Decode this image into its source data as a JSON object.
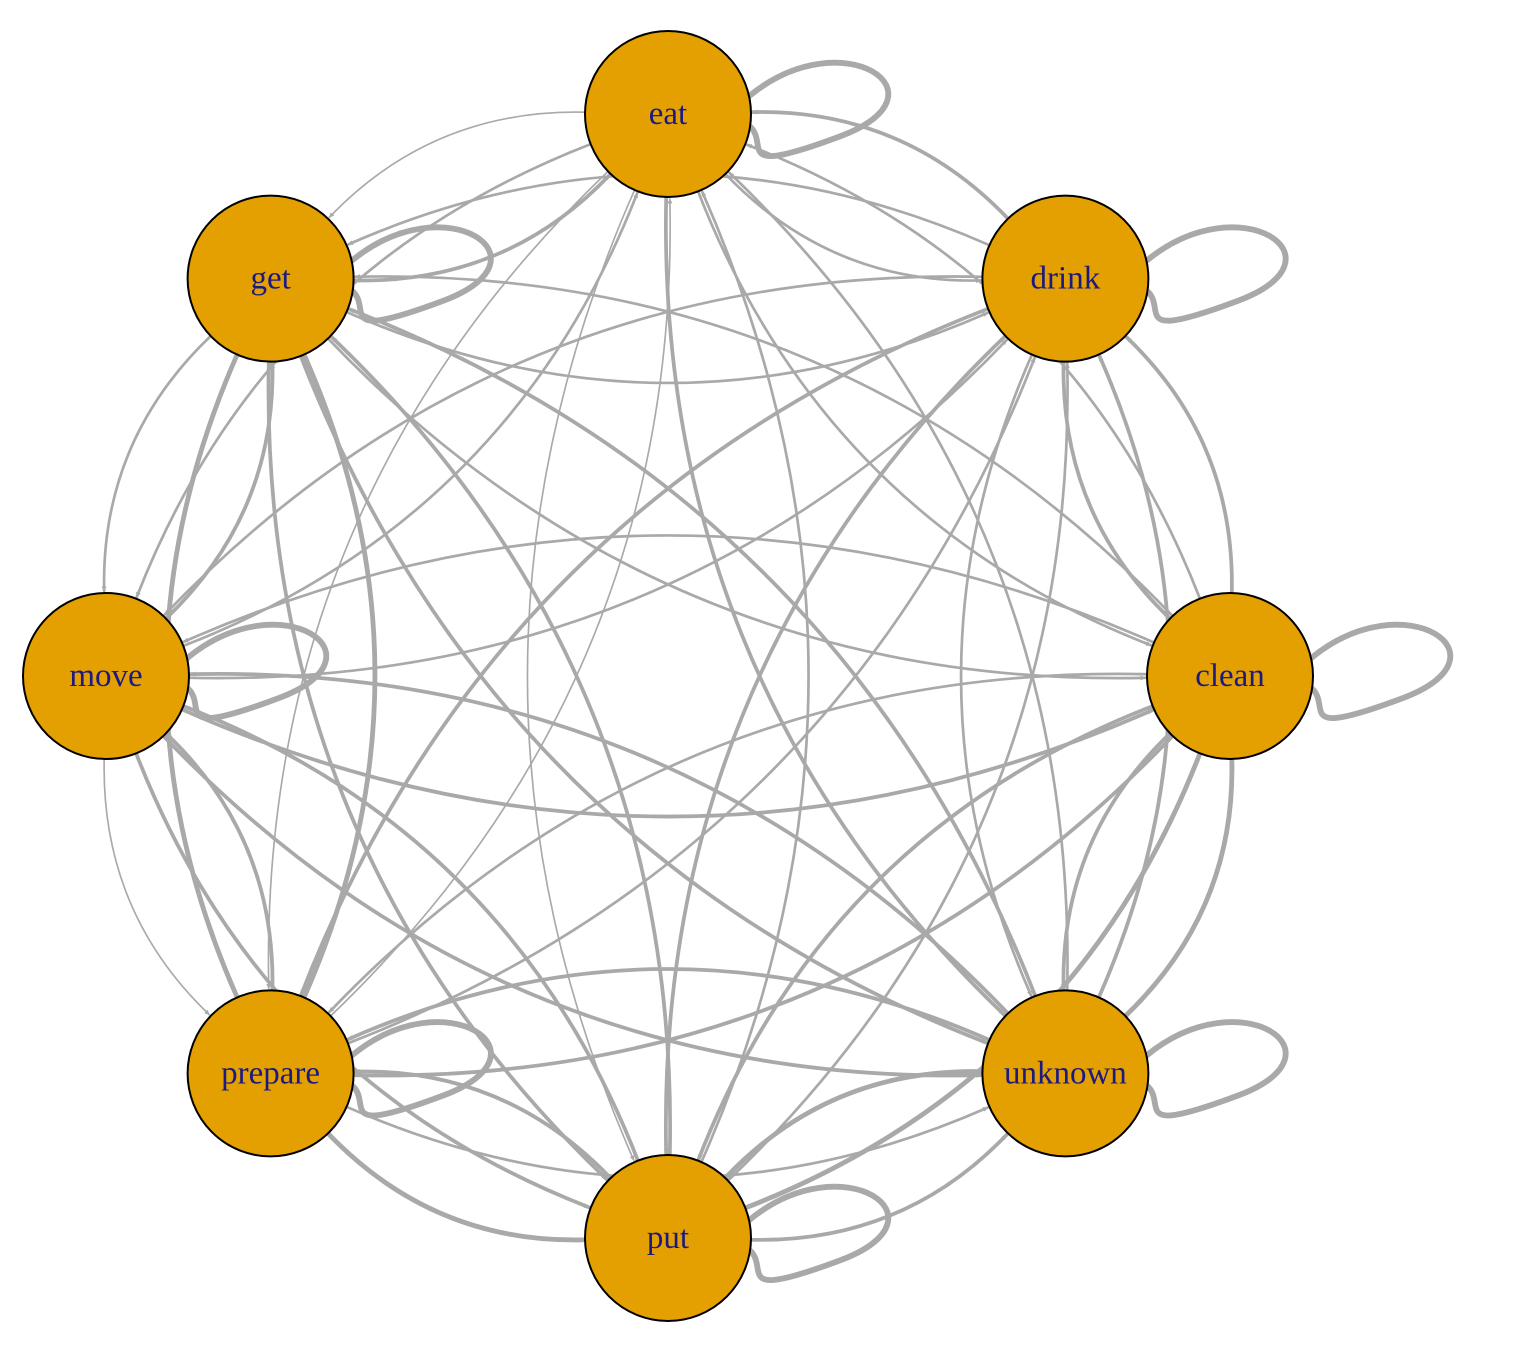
{
  "diagram": {
    "type": "directed-graph",
    "node_color": "#E4A000",
    "node_stroke": "#000000",
    "label_color": "#1a1a80",
    "edge_color": "#A9A9A9",
    "nodes": [
      {
        "id": "eat",
        "label": "eat"
      },
      {
        "id": "drink",
        "label": "drink"
      },
      {
        "id": "clean",
        "label": "clean"
      },
      {
        "id": "unknown",
        "label": "unknown"
      },
      {
        "id": "put",
        "label": "put"
      },
      {
        "id": "prepare",
        "label": "prepare"
      },
      {
        "id": "move",
        "label": "move"
      },
      {
        "id": "get",
        "label": "get"
      }
    ],
    "edges": [
      {
        "from": "eat",
        "to": "eat",
        "weight": 5
      },
      {
        "from": "drink",
        "to": "drink",
        "weight": 5
      },
      {
        "from": "clean",
        "to": "clean",
        "weight": 5
      },
      {
        "from": "unknown",
        "to": "unknown",
        "weight": 5
      },
      {
        "from": "put",
        "to": "put",
        "weight": 5
      },
      {
        "from": "prepare",
        "to": "prepare",
        "weight": 5
      },
      {
        "from": "move",
        "to": "move",
        "weight": 5
      },
      {
        "from": "get",
        "to": "get",
        "weight": 5
      },
      {
        "from": "eat",
        "to": "drink",
        "weight": 2
      },
      {
        "from": "drink",
        "to": "eat",
        "weight": 3
      },
      {
        "from": "drink",
        "to": "clean",
        "weight": 3
      },
      {
        "from": "clean",
        "to": "drink",
        "weight": 3
      },
      {
        "from": "clean",
        "to": "unknown",
        "weight": 3
      },
      {
        "from": "unknown",
        "to": "clean",
        "weight": 4
      },
      {
        "from": "unknown",
        "to": "put",
        "weight": 4
      },
      {
        "from": "put",
        "to": "unknown",
        "weight": 3
      },
      {
        "from": "put",
        "to": "prepare",
        "weight": 3
      },
      {
        "from": "prepare",
        "to": "put",
        "weight": 4
      },
      {
        "from": "prepare",
        "to": "move",
        "weight": 3
      },
      {
        "from": "move",
        "to": "prepare",
        "weight": 1
      },
      {
        "from": "move",
        "to": "get",
        "weight": 3
      },
      {
        "from": "get",
        "to": "move",
        "weight": 2
      },
      {
        "from": "get",
        "to": "eat",
        "weight": 3
      },
      {
        "from": "eat",
        "to": "get",
        "weight": 1
      },
      {
        "from": "eat",
        "to": "clean",
        "weight": 2
      },
      {
        "from": "clean",
        "to": "eat",
        "weight": 2
      },
      {
        "from": "drink",
        "to": "unknown",
        "weight": 2
      },
      {
        "from": "unknown",
        "to": "drink",
        "weight": 3
      },
      {
        "from": "clean",
        "to": "put",
        "weight": 3
      },
      {
        "from": "put",
        "to": "clean",
        "weight": 4
      },
      {
        "from": "unknown",
        "to": "prepare",
        "weight": 3
      },
      {
        "from": "prepare",
        "to": "unknown",
        "weight": 2
      },
      {
        "from": "put",
        "to": "move",
        "weight": 3
      },
      {
        "from": "move",
        "to": "put",
        "weight": 3
      },
      {
        "from": "prepare",
        "to": "get",
        "weight": 4
      },
      {
        "from": "get",
        "to": "prepare",
        "weight": 4
      },
      {
        "from": "move",
        "to": "eat",
        "weight": 2
      },
      {
        "from": "eat",
        "to": "move",
        "weight": 2
      },
      {
        "from": "get",
        "to": "drink",
        "weight": 2
      },
      {
        "from": "drink",
        "to": "get",
        "weight": 2
      },
      {
        "from": "eat",
        "to": "unknown",
        "weight": 3
      },
      {
        "from": "unknown",
        "to": "eat",
        "weight": 2
      },
      {
        "from": "drink",
        "to": "put",
        "weight": 3
      },
      {
        "from": "put",
        "to": "drink",
        "weight": 2
      },
      {
        "from": "clean",
        "to": "prepare",
        "weight": 2
      },
      {
        "from": "prepare",
        "to": "clean",
        "weight": 3
      },
      {
        "from": "unknown",
        "to": "move",
        "weight": 3
      },
      {
        "from": "move",
        "to": "unknown",
        "weight": 3
      },
      {
        "from": "put",
        "to": "get",
        "weight": 3
      },
      {
        "from": "get",
        "to": "put",
        "weight": 3
      },
      {
        "from": "prepare",
        "to": "eat",
        "weight": 1
      },
      {
        "from": "eat",
        "to": "prepare",
        "weight": 1
      },
      {
        "from": "move",
        "to": "drink",
        "weight": 2
      },
      {
        "from": "drink",
        "to": "move",
        "weight": 2
      },
      {
        "from": "get",
        "to": "clean",
        "weight": 2
      },
      {
        "from": "clean",
        "to": "get",
        "weight": 2
      },
      {
        "from": "eat",
        "to": "put",
        "weight": 1
      },
      {
        "from": "put",
        "to": "eat",
        "weight": 2
      },
      {
        "from": "drink",
        "to": "prepare",
        "weight": 3
      },
      {
        "from": "prepare",
        "to": "drink",
        "weight": 2
      },
      {
        "from": "clean",
        "to": "move",
        "weight": 2
      },
      {
        "from": "move",
        "to": "clean",
        "weight": 3
      },
      {
        "from": "unknown",
        "to": "get",
        "weight": 3
      },
      {
        "from": "get",
        "to": "unknown",
        "weight": 3
      }
    ]
  }
}
